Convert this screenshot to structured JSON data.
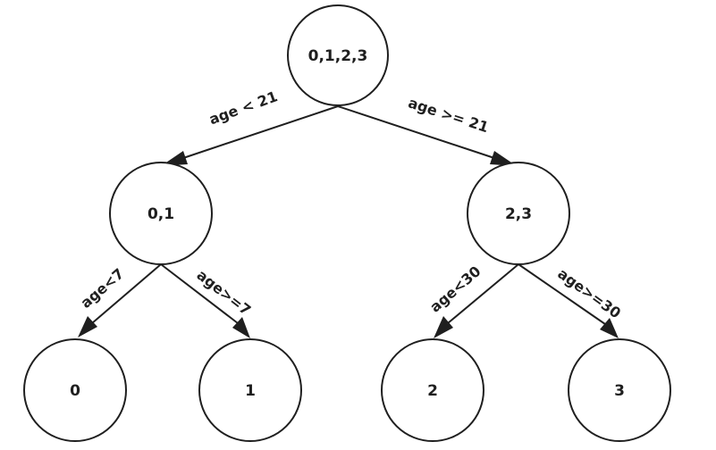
{
  "nodes": {
    "root": "0,1,2,3",
    "left": "0,1",
    "right": "2,3",
    "ll": "0",
    "lr": "1",
    "rl": "2",
    "rr": "3"
  },
  "edges": {
    "root_left": "age < 21",
    "root_right": "age >= 21",
    "left_ll": "age<7",
    "left_lr": "age>=7",
    "right_rl": "age<30",
    "right_rr": "age>=30"
  }
}
